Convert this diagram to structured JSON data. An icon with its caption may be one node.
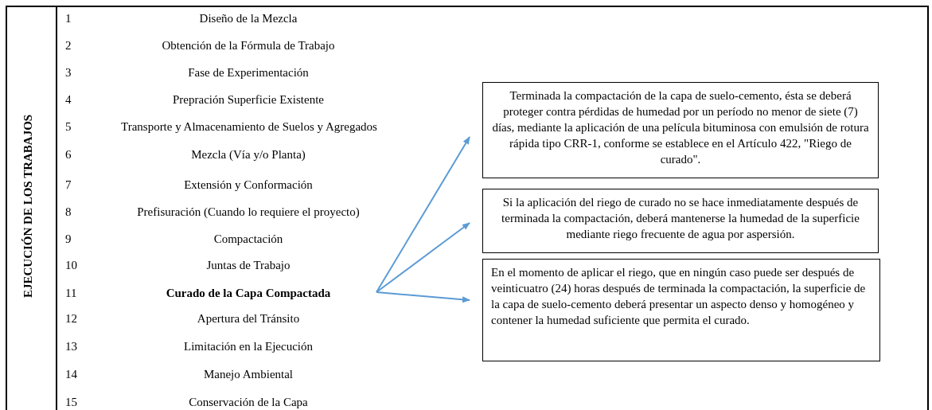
{
  "diagram": {
    "nodes": [
      {
        "text": [
          "EJECUCIÓN DE LOS TRABAJOS"
        ]
      },
      {
        "text": [
          "Curado de la Capa Compactada"
        ],
        "in": 0
      },
      {
        "text": [
          "Terminada la compactación de la capa de suelo-cemento, ésta se deberá proteger contra pérdidas de humedad por un período no menor de siete (7) días, mediante la aplicación de una película bituminosa con emulsión de rotura rápida tipo CRR-1, conforme se establece en el Artículo 422, \"Riego de curado\"."
        ],
        "in": 0
      },
      {
        "text": [
          "Si la aplicación del riego de curado no se hace inmediatamente después de terminada la compactación, deberá mantenerse la humedad de la superficie mediante riego frecuente de agua por aspersión."
        ],
        "in": 0
      },
      {
        "text": [
          "En el momento de aplicar el riego, que en ningún caso puede ser después de veinticuatro (24) horas después de terminada la compactación, la superficie de la capa de suelo-cemento deberá presentar un aspecto denso y homogéneo y contener la humedad suficiente que permita el curado."
        ],
        "in": 0
      }
    ],
    "edges": [
      {
        "from": 1,
        "to": 2,
        "arrow": "to"
      },
      {
        "from": 1,
        "to": 3,
        "arrow": "to"
      },
      {
        "from": 1,
        "to": 4,
        "arrow": "to"
      }
    ],
    "labels": [
      "1",
      "Diseño de la Mezcla",
      "2",
      "Obtención de la Fórmula de Trabajo",
      "3",
      "Fase de Experimentación",
      "4",
      "Prepración Superficie Existente",
      "5",
      "Transporte y Almacenamiento de Suelos y Agregados",
      "6",
      "Mezcla (Vía y/o Planta)",
      "7",
      "Extensión y Conformación",
      "8",
      "Prefisuración (Cuando lo requiere el proyecto)",
      "9",
      "Compactación",
      "10",
      "Juntas de Trabajo",
      "11",
      "12",
      "Apertura del Tránsito",
      "13",
      "Limitación en la Ejecución",
      "14",
      "Manejo Ambiental",
      "15",
      "Conservación de la Capa"
    ]
  }
}
